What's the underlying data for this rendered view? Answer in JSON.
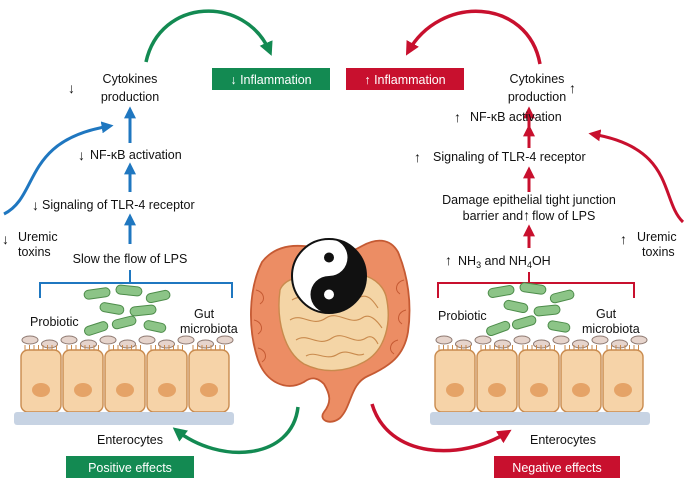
{
  "colors": {
    "positive": "#138a52",
    "negative": "#c8102e",
    "blue_arrow": "#1f77c0",
    "cell_fill": "#f6d3a8",
    "cell_stroke": "#c98a4d",
    "nucleus": "#e5a367",
    "bacteria": "#8cc487",
    "membrane": "#c7d3e3",
    "microvilli": "#e6d4cc",
    "colon": "#ec8d64",
    "colon_dark": "#c55a33",
    "small_intestine": "#f4d5a6"
  },
  "icons": {
    "center": "yin-yang-icon"
  },
  "left": {
    "box": "Inflammation",
    "box_arrow": "↓",
    "cytokines_arrow": "↓",
    "cytokines_line1": "Cytokines",
    "cytokines_line2": "production",
    "nfkb_arrow": "↓",
    "nfkb": "NF-κB activation",
    "tlr_arrow": "↓",
    "tlr": "Signaling of TLR-4 receptor",
    "uremic_arrow": "↓",
    "uremic_line1": "Uremic",
    "uremic_line2": "toxins",
    "lps": "Slow the flow of LPS",
    "probiotic": "Probiotic",
    "gut_line1": "Gut",
    "gut_line2": "microbiota",
    "enterocytes": "Enterocytes",
    "effects": "Positive effects"
  },
  "right": {
    "box": "Inflammation",
    "box_arrow": "↑",
    "cytokines_line1": "Cytokines",
    "cytokines_line2": "production",
    "cytokines_arrow": "↑",
    "nfkb_arrow": "↑",
    "nfkb": "NF-κB activation",
    "tlr_arrow": "↑",
    "tlr": "Signaling of TLR-4 receptor",
    "damage_line1": "Damage epithelial tight junction",
    "damage_line2a": "barrier and",
    "damage_arrow": "↑",
    "damage_line2b": "flow of LPS",
    "uremic_arrow": "↑",
    "uremic_line1": "Uremic",
    "uremic_line2": "toxins",
    "nh_arrow": "↑",
    "nh3_base": "NH",
    "nh3_sub": "3",
    "nh_and": " and NH",
    "nh4_sub": "4",
    "nh_oh": "OH",
    "probiotic": "Probiotic",
    "gut_line1": "Gut",
    "gut_line2": "microbiota",
    "enterocytes": "Enterocytes",
    "effects": "Negative effects"
  }
}
